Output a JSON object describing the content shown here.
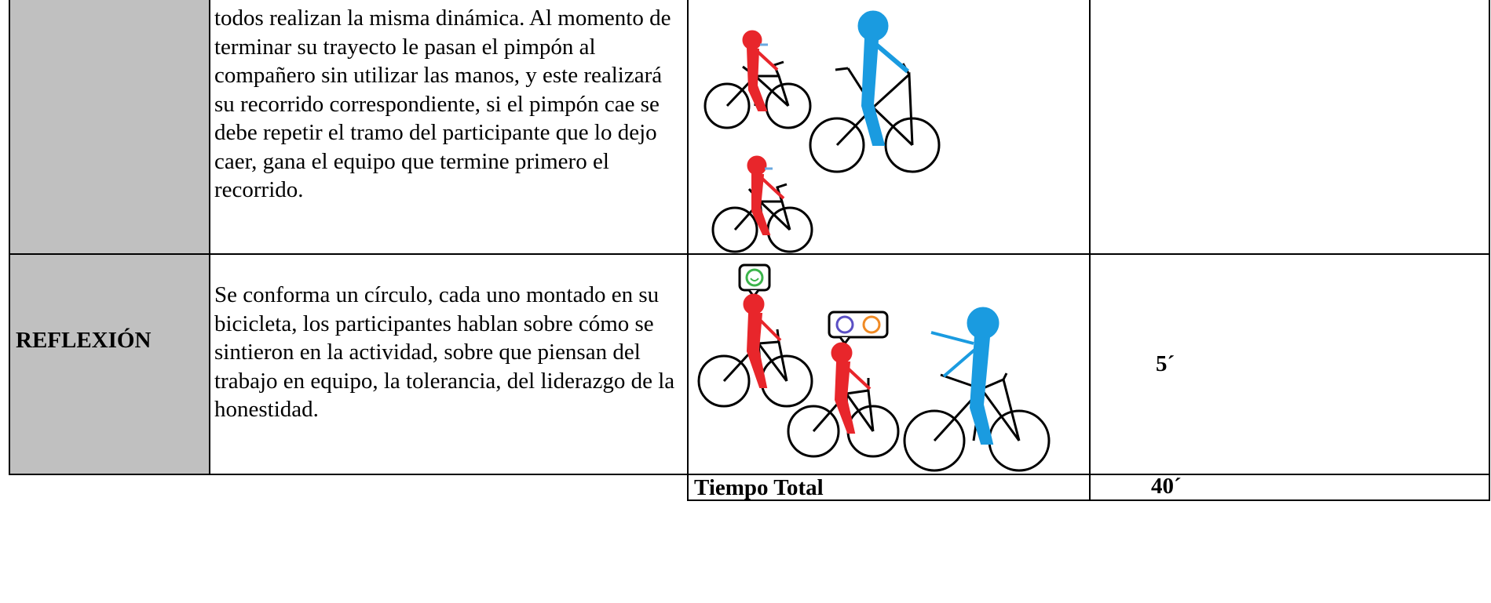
{
  "rows": [
    {
      "label": "",
      "description": "todos realizan la misma dinámica. Al momento de terminar su trayecto le pasan el pimpón al compañero sin utilizar las manos, y este realizará su recorrido correspondiente, si el pimpón cae se debe repetir el tramo del participante que lo dejo caer, gana el equipo que termine primero el recorrido.",
      "time": "",
      "illustration": "cyclists-passing-pingpong"
    },
    {
      "label": "REFLEXIÓN",
      "description": "Se conforma un círculo, cada uno montado en su bicicleta, los participantes hablan sobre cómo se sintieron en la actividad, sobre que piensan del trabajo en equipo, la tolerancia, del liderazgo de la honestidad.",
      "time": "5´",
      "illustration": "cyclists-with-emoji-bubbles"
    }
  ],
  "total": {
    "label": "Tiempo Total",
    "time": "40´"
  },
  "colors": {
    "label_bg": "#c0c0c0",
    "rider_red": "#e8262b",
    "rider_blue": "#1a9be0",
    "emoji_green": "#3bb44a",
    "emoji_purple": "#5a4fc4",
    "emoji_orange": "#f08a24"
  }
}
